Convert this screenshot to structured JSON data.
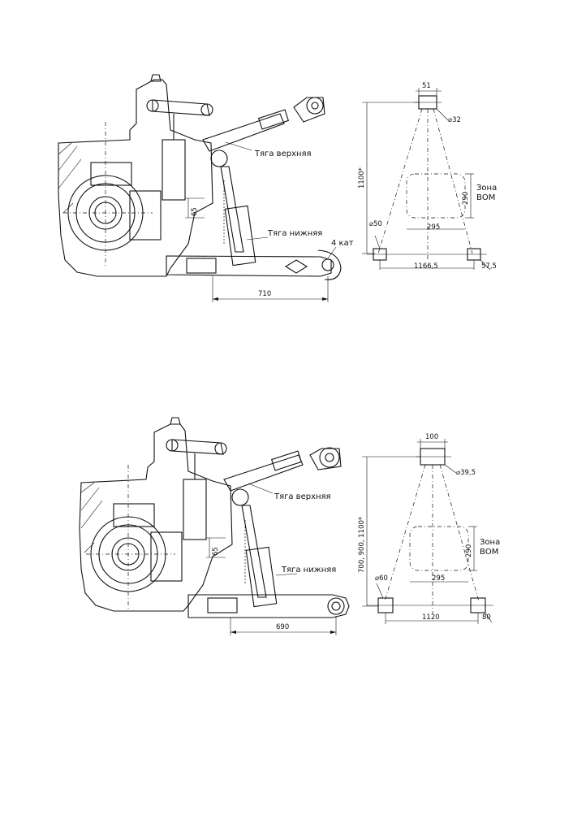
{
  "figures": [
    {
      "id": "top",
      "side_view": {
        "upper_link_label": "Тяга верхняя",
        "lower_link_label": "Тяга нижняя",
        "category_label": "4 кат",
        "dim_65": "65",
        "dim_length": "710"
      },
      "front_view": {
        "dim_top_width": "51",
        "dim_top_pin": "⌀32",
        "dim_height": "1100*",
        "zone_label_1": "Зона",
        "zone_label_2": "ВОМ",
        "dim_zone_height": "290",
        "dim_zone_width": "295",
        "dim_lower_pin": "⌀50",
        "dim_spread": "1166,5",
        "dim_ball": "57,5"
      }
    },
    {
      "id": "bottom",
      "side_view": {
        "upper_link_label": "Тяга верхняя",
        "lower_link_label": "Тяга нижняя",
        "dim_65": "65",
        "dim_length": "690"
      },
      "front_view": {
        "dim_top_width": "100",
        "dim_top_pin": "⌀39,5",
        "dim_height": "700, 900, 1100*",
        "zone_label_1": "Зона",
        "zone_label_2": "ВОМ",
        "dim_zone_height": "290",
        "dim_zone_width": "295",
        "dim_lower_pin": "⌀60",
        "dim_spread": "1120",
        "dim_ball": "80"
      }
    }
  ]
}
